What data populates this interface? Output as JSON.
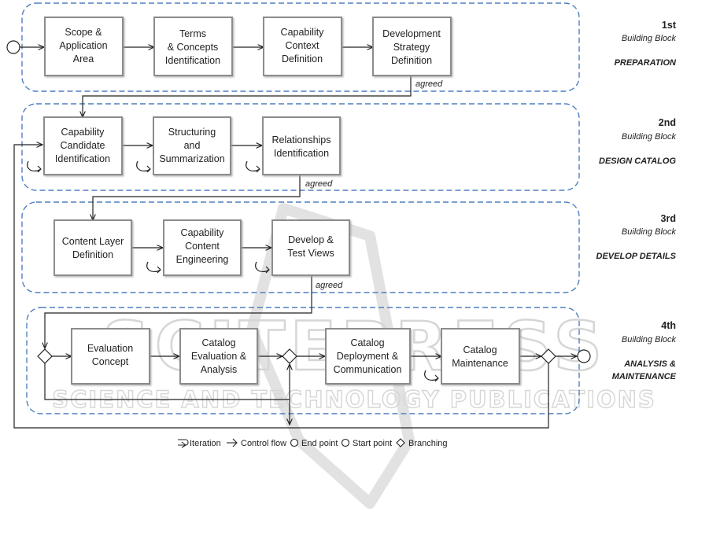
{
  "blocks": [
    {
      "number": "1st",
      "subtitle": "Building Block",
      "name": [
        "PREPARATION"
      ]
    },
    {
      "number": "2nd",
      "subtitle": "Building Block",
      "name": [
        "DESIGN CATALOG"
      ]
    },
    {
      "number": "3rd",
      "subtitle": "Building Block",
      "name": [
        "DEVELOP DETAILS"
      ]
    },
    {
      "number": "4th",
      "subtitle": "Building Block",
      "name": [
        "ANALYSIS &",
        "MAINTENANCE"
      ]
    }
  ],
  "nodes": {
    "scope": [
      "Scope  &",
      "Application",
      "Area"
    ],
    "terms": [
      "Terms",
      "& Concepts",
      "Identification"
    ],
    "context": [
      "Capability",
      "Context",
      "Definition"
    ],
    "strategy": [
      "Development",
      "Strategy",
      "Definition"
    ],
    "candidate": [
      "Capability",
      "Candidate",
      "Identification"
    ],
    "structuring": [
      "Structuring",
      "and",
      "Summarization"
    ],
    "relationships": [
      "Relationships",
      "Identification"
    ],
    "content_layer": [
      "Content Layer",
      "Definition"
    ],
    "content_eng": [
      "Capability",
      "Content",
      "Engineering"
    ],
    "test_views": [
      "Develop  &",
      "Test Views"
    ],
    "eval_concept": [
      "Evaluation",
      "Concept"
    ],
    "eval_analysis": [
      "Catalog",
      "Evaluation &",
      "Analysis"
    ],
    "deployment": [
      "Catalog",
      "Deployment &",
      "Communication"
    ],
    "maintenance": [
      "Catalog",
      "Maintenance"
    ]
  },
  "agreed_label": "agreed",
  "legend": {
    "iteration": "Iteration",
    "control_flow": "Control flow",
    "end_point": "End point",
    "start_point": "Start point",
    "branching": "Branching"
  },
  "watermark": {
    "main": "SCITEPRESS",
    "sub": "SCIENCE AND TECHNOLOGY PUBLICATIONS"
  },
  "colors": {
    "block_border": "#4f7fc0",
    "box_border": "#8c8c8c",
    "line": "#222222",
    "watermark": "#d6d6d6"
  }
}
